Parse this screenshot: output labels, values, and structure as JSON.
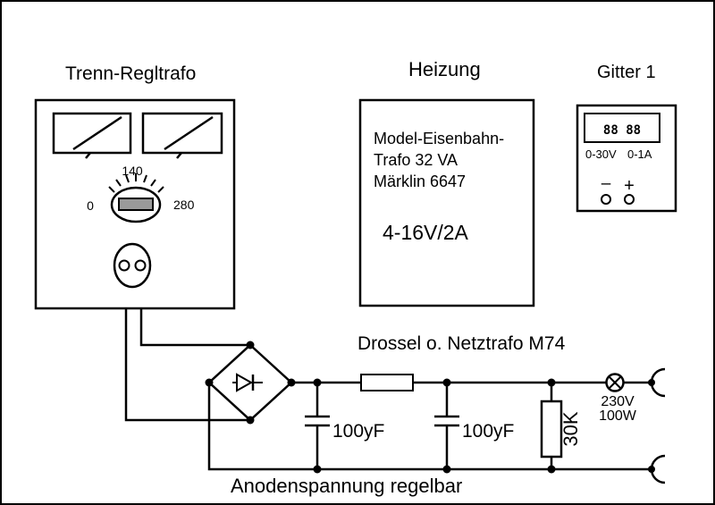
{
  "colors": {
    "ink": "#000000",
    "knob": "#9a9a9a",
    "background": "#ffffff"
  },
  "trafo": {
    "title": "Trenn-Regltrafo",
    "dial_top": "140",
    "dial_left": "0",
    "dial_right": "280"
  },
  "heizung": {
    "title": "Heizung",
    "line1": "Model-Eisenbahn-",
    "line2": "Trafo 32 VA",
    "line3": "Märklin  6647",
    "rating": "4-16V/2A"
  },
  "gitter": {
    "title": "Gitter 1",
    "display": "88 88",
    "range_v": "0-30V",
    "range_a": "0-1A",
    "minus": "–",
    "plus": "+"
  },
  "circuit": {
    "choke_label": "Drossel o. Netztrafo  M74",
    "cap1_label": "100yF",
    "cap2_label": "100yF",
    "resistor_label": "30K",
    "lamp_line1": "230V",
    "lamp_line2": "100W",
    "caption": "Anodenspannung regelbar"
  }
}
